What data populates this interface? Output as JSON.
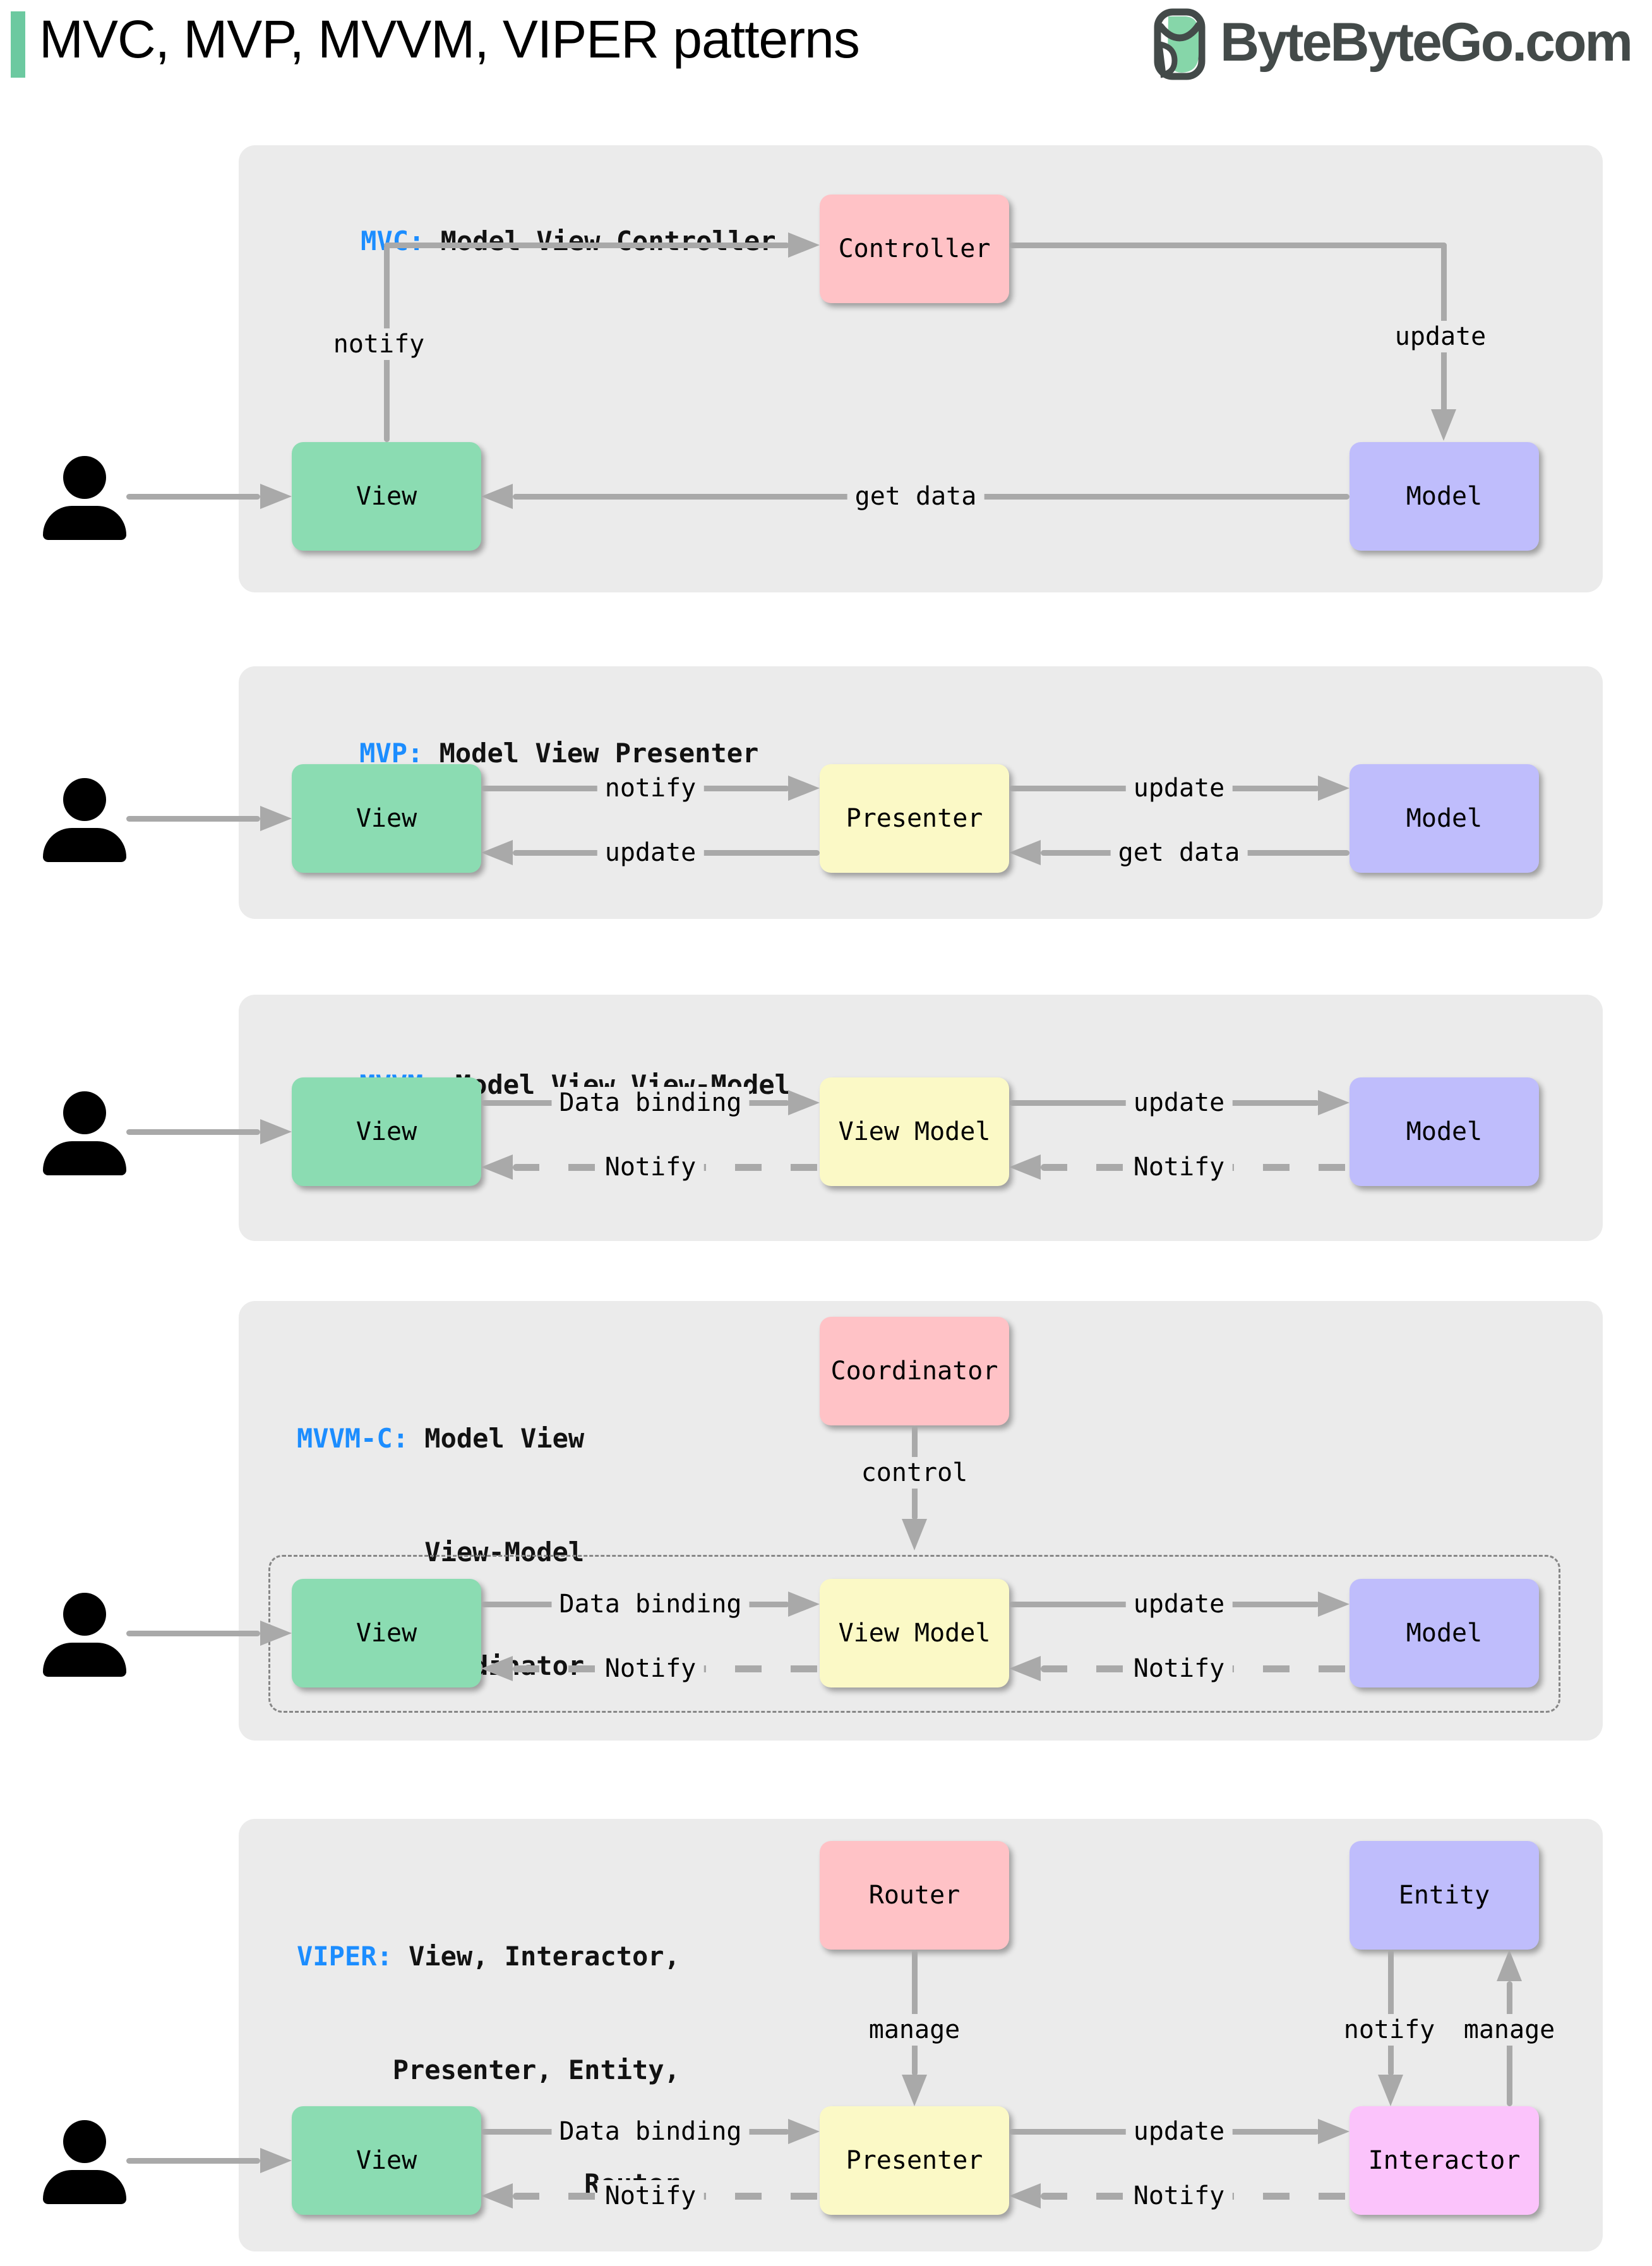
{
  "header": {
    "title": "MVC, MVP, MVVM, VIPER patterns",
    "brand": "ByteByteGo.com"
  },
  "colors": {
    "accent_bar": "#6cc9a0",
    "abbr_blue": "#1c8dff",
    "panel_bg": "#ebebeb",
    "line_gray": "#a9a9a9",
    "box_green": "#8bdcb2",
    "box_pink": "#ffc2c6",
    "box_purple": "#bfbdfc",
    "box_yellow": "#fbf9c6",
    "box_magenta": "#fbc3fb",
    "brand_dark": "#434a49"
  },
  "panels": [
    {
      "abbr": "MVC:",
      "title": " Model View Controller",
      "boxes": {
        "controller": "Controller",
        "view": "View",
        "model": "Model"
      },
      "labels": {
        "notify": "notify",
        "update": "update",
        "get_data": "get data"
      }
    },
    {
      "abbr": "MVP:",
      "title": " Model View Presenter",
      "boxes": {
        "view": "View",
        "presenter": "Presenter",
        "model": "Model"
      },
      "labels": {
        "notify": "notify",
        "update_to_view": "update",
        "update_to_model": "update",
        "get_data": "get data"
      }
    },
    {
      "abbr": "MVVM:",
      "title": " Model View View-Model",
      "boxes": {
        "view": "View",
        "view_model": "View Model",
        "model": "Model"
      },
      "labels": {
        "data_binding": "Data binding",
        "notify_to_view": "Notify",
        "update": "update",
        "notify_to_view_model": "Notify"
      }
    },
    {
      "abbr": "MVVM-C:",
      "title": " Model View",
      "title_line2": "View-Model",
      "title_line3": "Coordinator",
      "boxes": {
        "coordinator": "Coordinator",
        "view": "View",
        "view_model": "View Model",
        "model": "Model"
      },
      "labels": {
        "control": "control",
        "data_binding": "Data binding",
        "notify_to_view": "Notify",
        "update": "update",
        "notify_to_view_model": "Notify"
      }
    },
    {
      "abbr": "VIPER:",
      "title": " View, Interactor,",
      "title_line2": "Presenter, Entity,",
      "title_line3": "Router",
      "boxes": {
        "router": "Router",
        "entity": "Entity",
        "view": "View",
        "presenter": "Presenter",
        "interactor": "Interactor"
      },
      "labels": {
        "manage_router": "manage",
        "notify_entity": "notify",
        "manage_entity": "manage",
        "data_binding": "Data binding",
        "notify_to_view": "Notify",
        "update": "update",
        "notify_to_presenter": "Notify"
      }
    }
  ]
}
